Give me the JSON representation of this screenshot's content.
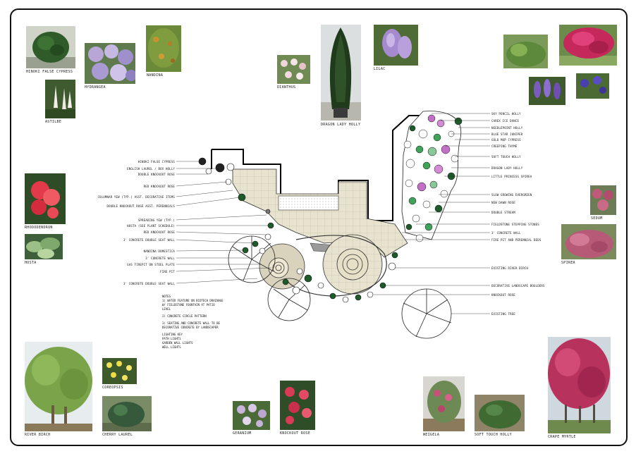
{
  "photos": {
    "hinoki": "HINOKI FALSE CYPRESS",
    "hydrangea": "HYDRANGEA",
    "nandina": "NANDINA",
    "astilbe": "ASTILBE",
    "dianthus": "DIANTHUS",
    "dragon_lady": "DRAGON LADY HOLLY",
    "lilac": "LILAC",
    "rhododendron": "RHODODENDRON",
    "hosta": "HOSTA",
    "sedum": "SEDUM",
    "spirea": "SPIREA",
    "river_birch": "RIVER BIRCH",
    "coreopsis": "COREOPSIS",
    "cherry_laurel": "CHERRY LAUREL",
    "geranium": "GERANIUM",
    "knockout_rose": "KNOCKOUT ROSE",
    "weigela": "WEIGELA",
    "soft_touch_holly": "SOFT TOUCH HOLLY",
    "crape_myrtle": "CRAPE MYRTLE"
  },
  "left_labels": [
    "HINOKI FALSE CYPRESS",
    "ENGLISH LAUREL / BOX HOLLY",
    "DOUBLE KNOCKOUT ROSE",
    "RED KNOCKOUT ROSE",
    "COLUMNAR YEW (TYP.) ASST. DECORATIVE ITEMS",
    "DOUBLE KNOCKOUT ROSE ASST. PERENNIALS",
    "SPREADING YEW (TYP.)",
    "HOSTA (SEE PLANT SCHEDULE)",
    "RED KNOCKOUT ROSE",
    "3' CONCRETE DOUBLE SEAT WALL",
    "NANDINA DOMESTICA",
    "3' CONCRETE WALL",
    "GAS FIREPIT ON STEEL PLATE",
    "FIRE PIT",
    "3' CONCRETE DOUBLE SEAT WALL"
  ],
  "right_labels": [
    "SKY PENCIL HOLLY",
    "CAREX ICE DANCE",
    "NEEDLEPOINT HOLLY",
    "BLUE STAR JUNIPER",
    "GOLD MOP CYPRESS",
    "CREEPING THYME",
    "SOFT TOUCH HOLLY",
    "DRAGON LADY HOLLY",
    "LITTLE PRINCESS SPIREA",
    "SLOW GROWING EVERGREEN",
    "NEW DAWN ROSE",
    "DOUBLE STREAM",
    "FIELDSTONE STEPPING STONES",
    "3' CONCRETE WALL",
    "FIRE PIT AND PERENNIAL BEDS",
    "EXISTING RIVER BIRCH",
    "DECORATIVE LANDSCAPE BOULDERS",
    "KNOCKOUT ROSE",
    "EXISTING TREE"
  ],
  "notes": {
    "title": "NOTES",
    "lines": [
      "1) WATER FEATURE ON BIOTECH DRAINAGE",
      "W/ FIELDSTONE FOUNTAIN AT PATIO",
      "LEVEL",
      "",
      "2) CONCRETE CIRCLE PATTERN",
      "",
      "3) SEATING AND CONCRETE WALL TO BE",
      "DECORATIVE CONCRETE BY LANDSCAPER",
      "",
      "LIGHTING KEY",
      "PATH LIGHTS",
      "GARDEN WALL LIGHTS",
      "WELL LIGHTS"
    ]
  }
}
